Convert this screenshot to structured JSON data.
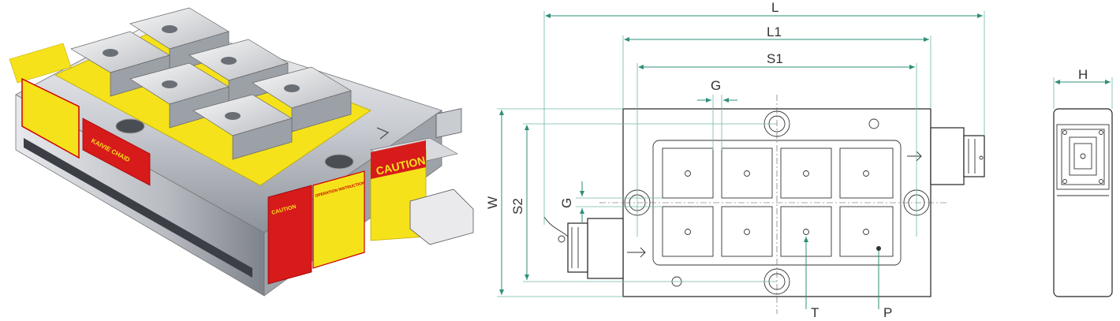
{
  "product": {
    "caution_label": "CAUTION",
    "brand_label": "KAIVIE CHAID",
    "caution_small": "CAUTION",
    "instruction_title": "OPERATION INSTRUCTION"
  },
  "dimensions": {
    "L": "L",
    "L1": "L1",
    "S1": "S1",
    "G_top": "G",
    "G_side": "G",
    "W": "W",
    "S2": "S2",
    "T": "T",
    "P": "P",
    "H": "H"
  },
  "colors": {
    "dimension_line": "#2f8f7a",
    "warning_yellow": "#f5e21b",
    "warning_red": "#d71a1a"
  }
}
